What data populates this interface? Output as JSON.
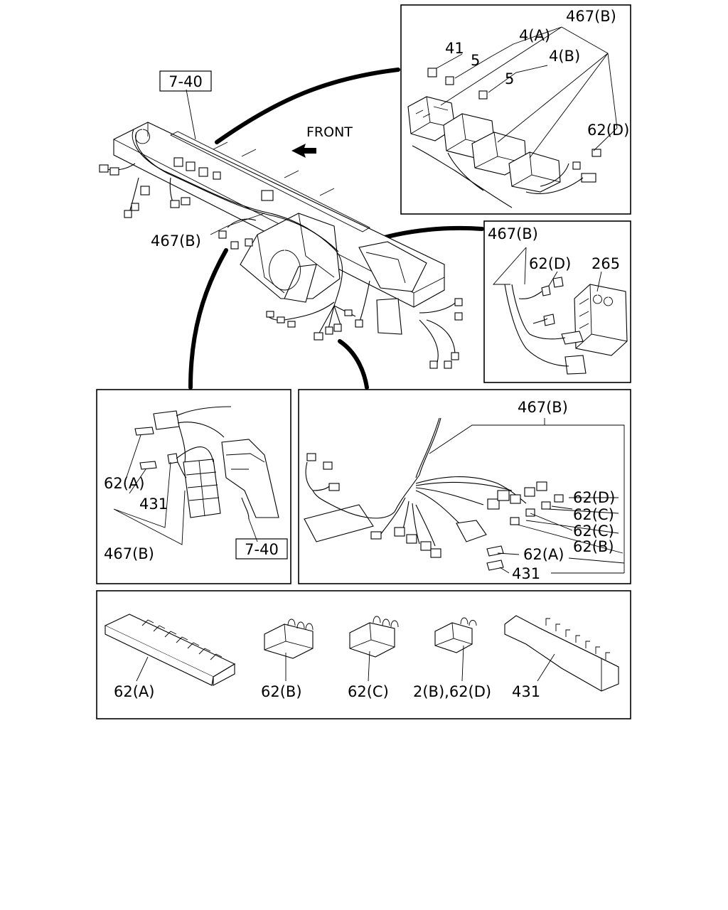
{
  "labels": {
    "ref_top": "7-40",
    "ref_box": "7-40",
    "front": "FRONT",
    "harness_main": "467(B)",
    "harness_fuse": "467(B)",
    "harness_right": "467(B)",
    "harness_center": "467(B)",
    "harness_left": "467(B)",
    "relay_41": "41",
    "relay_4a": "4(A)",
    "relay_5a": "5",
    "relay_4b": "4(B)",
    "relay_5b": "5",
    "conn_62d_fuse": "62(D)",
    "conn_62d_right": "62(D)",
    "part_265": "265",
    "conn_62a_left": "62(A)",
    "part_431_left": "431",
    "conn_62d_c": "62(D)",
    "conn_62c_c1": "62(C)",
    "conn_62c_c2": "62(C)",
    "conn_62b_c": "62(B)",
    "conn_62a_c": "62(A)",
    "part_431_c": "431",
    "legend_62a": "62(A)",
    "legend_62b": "62(B)",
    "legend_62c": "62(C)",
    "legend_2b62d": "2(B),62(D)",
    "legend_431": "431"
  }
}
